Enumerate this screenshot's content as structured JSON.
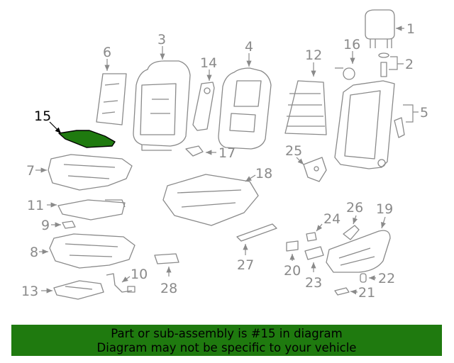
{
  "diagram": {
    "highlight_part": "15",
    "highlight_color": "#1f7a0f",
    "callouts": [
      "1",
      "2",
      "3",
      "4",
      "5",
      "6",
      "7",
      "8",
      "9",
      "10",
      "11",
      "12",
      "13",
      "15",
      "16",
      "17",
      "18",
      "19",
      "20",
      "21",
      "22",
      "23",
      "24",
      "25",
      "26",
      "27",
      "28",
      "14"
    ]
  },
  "banner": {
    "line1": "Part or sub-assembly is #15 in diagram",
    "line2": "Diagram may not be specific to your vehicle",
    "background": "#1f7a0f"
  }
}
